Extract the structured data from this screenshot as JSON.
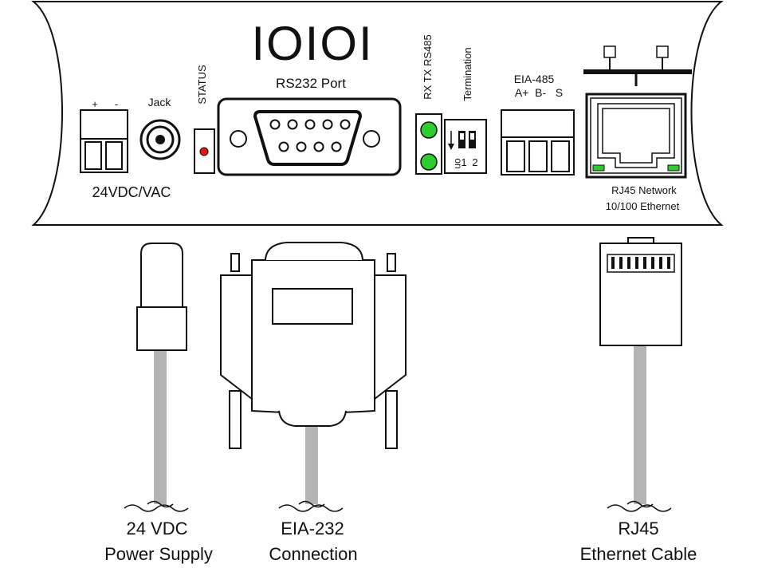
{
  "panel": {
    "logo": "IOIOI",
    "power": {
      "plus": "+",
      "minus": "-",
      "caption": "24VDC/VAC"
    },
    "jack_label": "Jack",
    "status_label": "STATUS",
    "rs232_label": "RS232 Port",
    "leds_label": "RX TX RS485",
    "termination": {
      "label": "Termination",
      "on": "on",
      "one": "1",
      "two": "2"
    },
    "eia485": {
      "title": "EIA-485",
      "pins": "A+  B-   S"
    },
    "rj45": {
      "line1": "RJ45 Network",
      "line2": "10/100 Ethernet"
    }
  },
  "cables": {
    "power": {
      "line1": "24 VDC",
      "line2": "Power Supply"
    },
    "serial": {
      "line1": "EIA-232",
      "line2": "Connection"
    },
    "ethernet": {
      "line1": "RJ45",
      "line2": "Ethernet Cable"
    }
  },
  "colors": {
    "outline": "#111111",
    "status_led": "#e01818",
    "green_led": "#2ecc2e",
    "cable_grey": "#b4b4b4"
  }
}
